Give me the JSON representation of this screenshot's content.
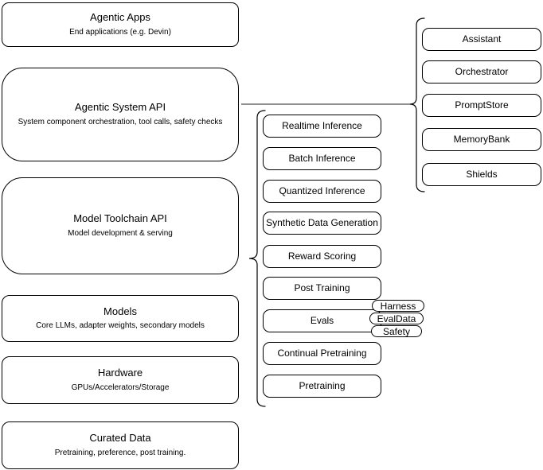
{
  "colors": {
    "node_border": "#000000",
    "node_fill": "#ffffff",
    "connector": "#4d4d4d",
    "text": "#000000"
  },
  "left_column": {
    "boxes": [
      {
        "title": "Agentic Apps",
        "subtitle": "End applications (e.g. Devin)"
      },
      {
        "title": "Agentic System API",
        "subtitle": "System component orchestration, tool calls, safety checks"
      },
      {
        "title": "Model Toolchain API",
        "subtitle": "Model development & serving"
      },
      {
        "title": "Models",
        "subtitle": "Core LLMs, adapter weights, secondary models"
      },
      {
        "title": "Hardware",
        "subtitle": "GPUs/Accelerators/Storage"
      },
      {
        "title": "Curated Data",
        "subtitle": "Pretraining, preference, post training."
      }
    ]
  },
  "toolchain_group": {
    "items": [
      {
        "label": "Realtime Inference"
      },
      {
        "label": "Batch Inference"
      },
      {
        "label": "Quantized Inference"
      },
      {
        "label": "Synthetic Data Generation"
      },
      {
        "label": "Reward Scoring"
      },
      {
        "label": "Post Training"
      },
      {
        "label": "Evals"
      },
      {
        "label": "Continual Pretraining"
      },
      {
        "label": "Pretraining"
      }
    ],
    "evals_tags": [
      {
        "label": "Harness"
      },
      {
        "label": "EvalData"
      },
      {
        "label": "Safety"
      }
    ]
  },
  "system_group": {
    "items": [
      {
        "label": "Assistant"
      },
      {
        "label": "Orchestrator"
      },
      {
        "label": "PromptStore"
      },
      {
        "label": "MemoryBank"
      },
      {
        "label": "Shields"
      }
    ]
  }
}
